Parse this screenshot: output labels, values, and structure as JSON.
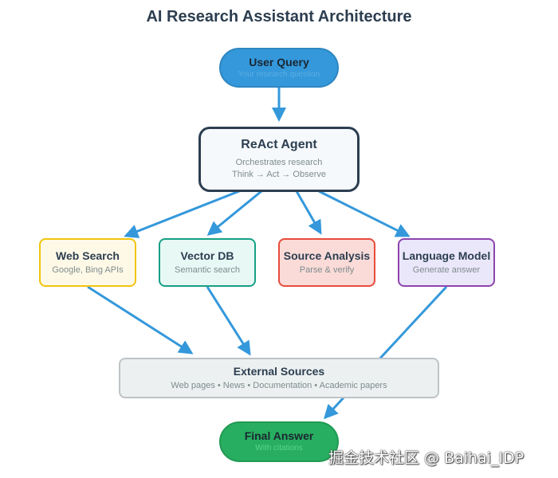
{
  "title": "AI Research Assistant Architecture",
  "nodes": {
    "user_query": {
      "title": "User Query",
      "subtitle": "Your research question"
    },
    "react_agent": {
      "title": "ReAct Agent",
      "line1": "Orchestrates research",
      "line2": "Think → Act → Observe"
    },
    "web_search": {
      "title": "Web Search",
      "subtitle": "Google, Bing APIs"
    },
    "vector_db": {
      "title": "Vector DB",
      "subtitle": "Semantic search"
    },
    "source_analysis": {
      "title": "Source Analysis",
      "subtitle": "Parse & verify"
    },
    "language_model": {
      "title": "Language Model",
      "subtitle": "Generate answer"
    },
    "external_sources": {
      "title": "External Sources",
      "subtitle": "Web pages • News • Documentation • Academic papers"
    },
    "final_answer": {
      "title": "Final Answer",
      "subtitle": "With citations"
    }
  },
  "colors": {
    "arrow": "#3498db",
    "user_query": "#3498db",
    "final_answer": "#27ae60",
    "web_search_border": "#f1c40f",
    "vector_db_border": "#16a085",
    "source_analysis_border": "#e74c3c",
    "language_model_border": "#8e44ad"
  },
  "watermark": "掘金技术社区 @ Baihai_IDP"
}
